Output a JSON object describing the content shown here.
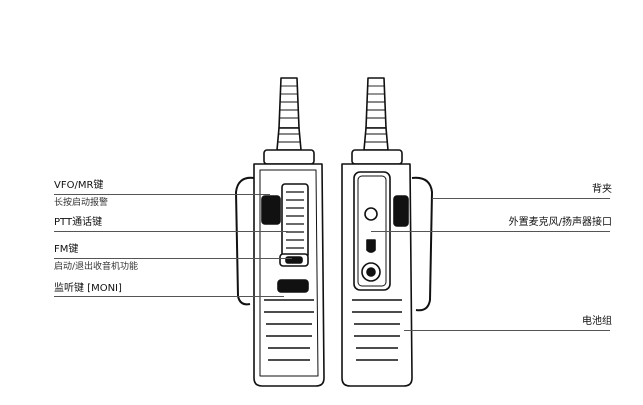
{
  "labels": {
    "vfo_mr": "VFO/MR键",
    "alarm": "长按启动报警",
    "ptt": "PTT通话键",
    "fm": "FM键",
    "fm_desc": "启动/退出收音机功能",
    "moni": "监听键 [MONI]",
    "belt_clip": "背夹",
    "ext_port": "外置麦克风/扬声器接口",
    "battery": "电池组"
  }
}
